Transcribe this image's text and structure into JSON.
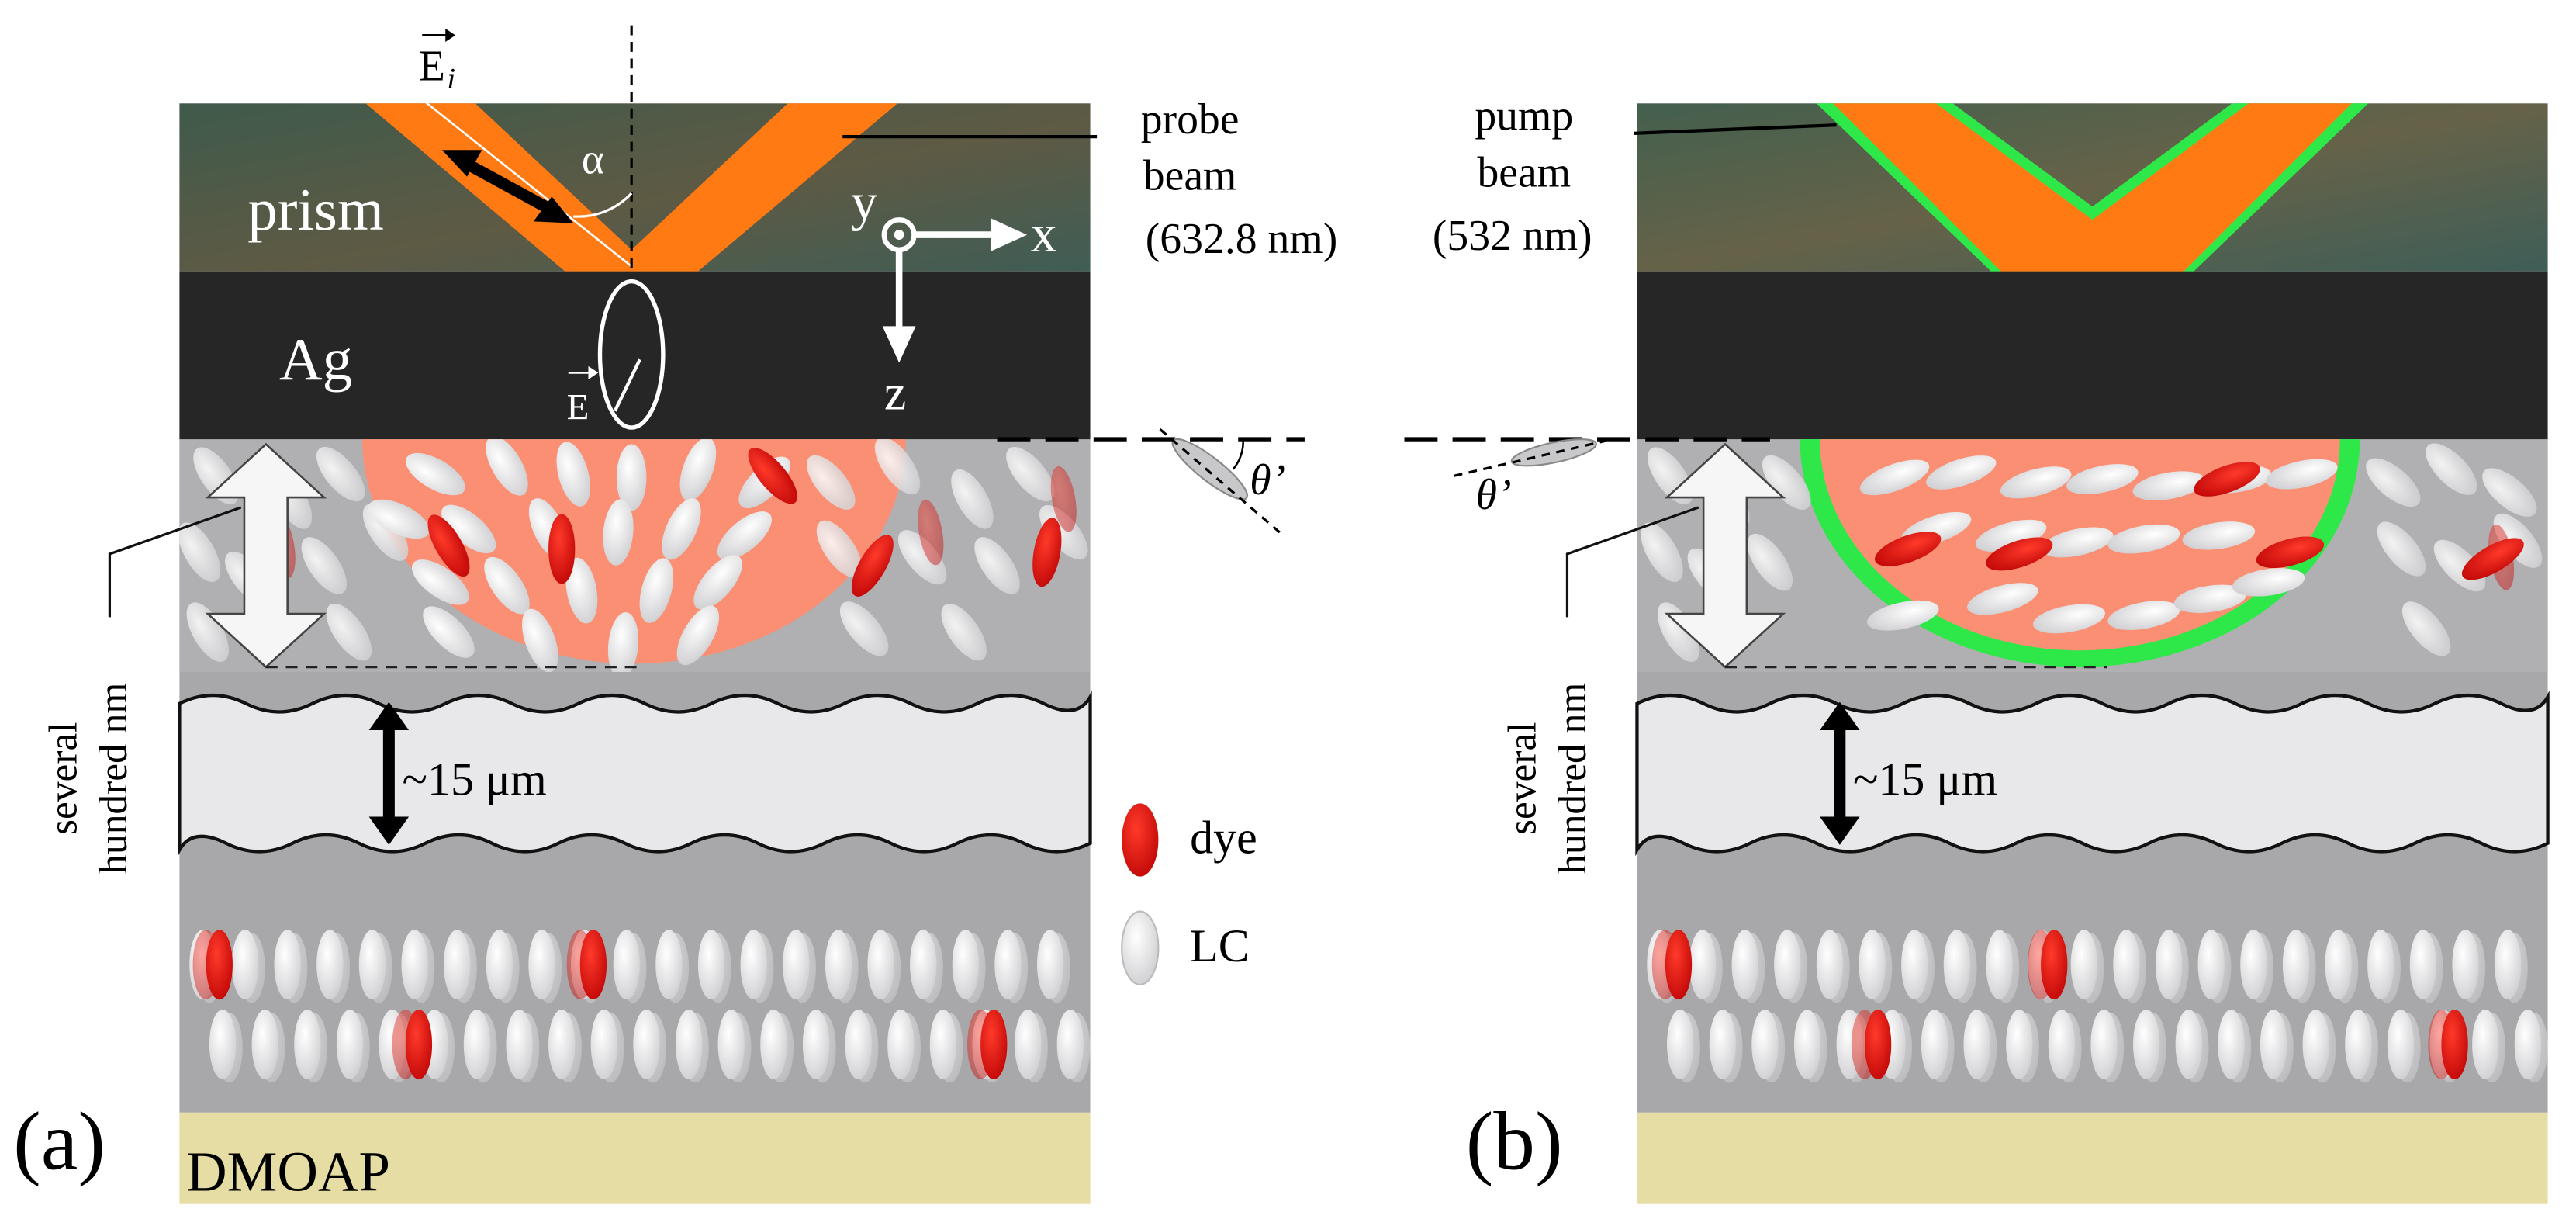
{
  "panel_a": {
    "prism": "prism",
    "metal": "Ag",
    "substrate": "DMOAP",
    "field_incident_E": "E",
    "field_incident_sub": "i",
    "field_evanescent_E": "E",
    "angle_alpha": "α",
    "axis_y": "y",
    "axis_x": "x",
    "axis_z": "z",
    "angle_theta": "θ’",
    "evanescent_depth": [
      "several",
      "hundred nm"
    ],
    "gap_thickness": "~15 μm",
    "beam_lines": [
      "probe",
      "beam",
      "(632.8 nm)"
    ],
    "panel_label": "(a)"
  },
  "legend": {
    "dye": "dye",
    "lc": "LC"
  },
  "panel_b": {
    "beam_lines": [
      "pump",
      "beam",
      "(532 nm)"
    ],
    "angle_theta": "θ’",
    "evanescent_depth": [
      "several",
      "hundred nm"
    ],
    "gap_thickness": "~15 μm",
    "panel_label": "(b)"
  },
  "colors": {
    "prism": "#4f6b5a",
    "metal": "#262626",
    "lc_layer": "#a8a8aa",
    "gap": "#e8e8ea",
    "substrate": "#e6dda4",
    "probe_beam": "#ff7a12",
    "pump_edge": "#2ee84a",
    "excited_region": "#fa8f74",
    "dye": "#e01010",
    "lc_molecule": "#f1f1f1"
  }
}
